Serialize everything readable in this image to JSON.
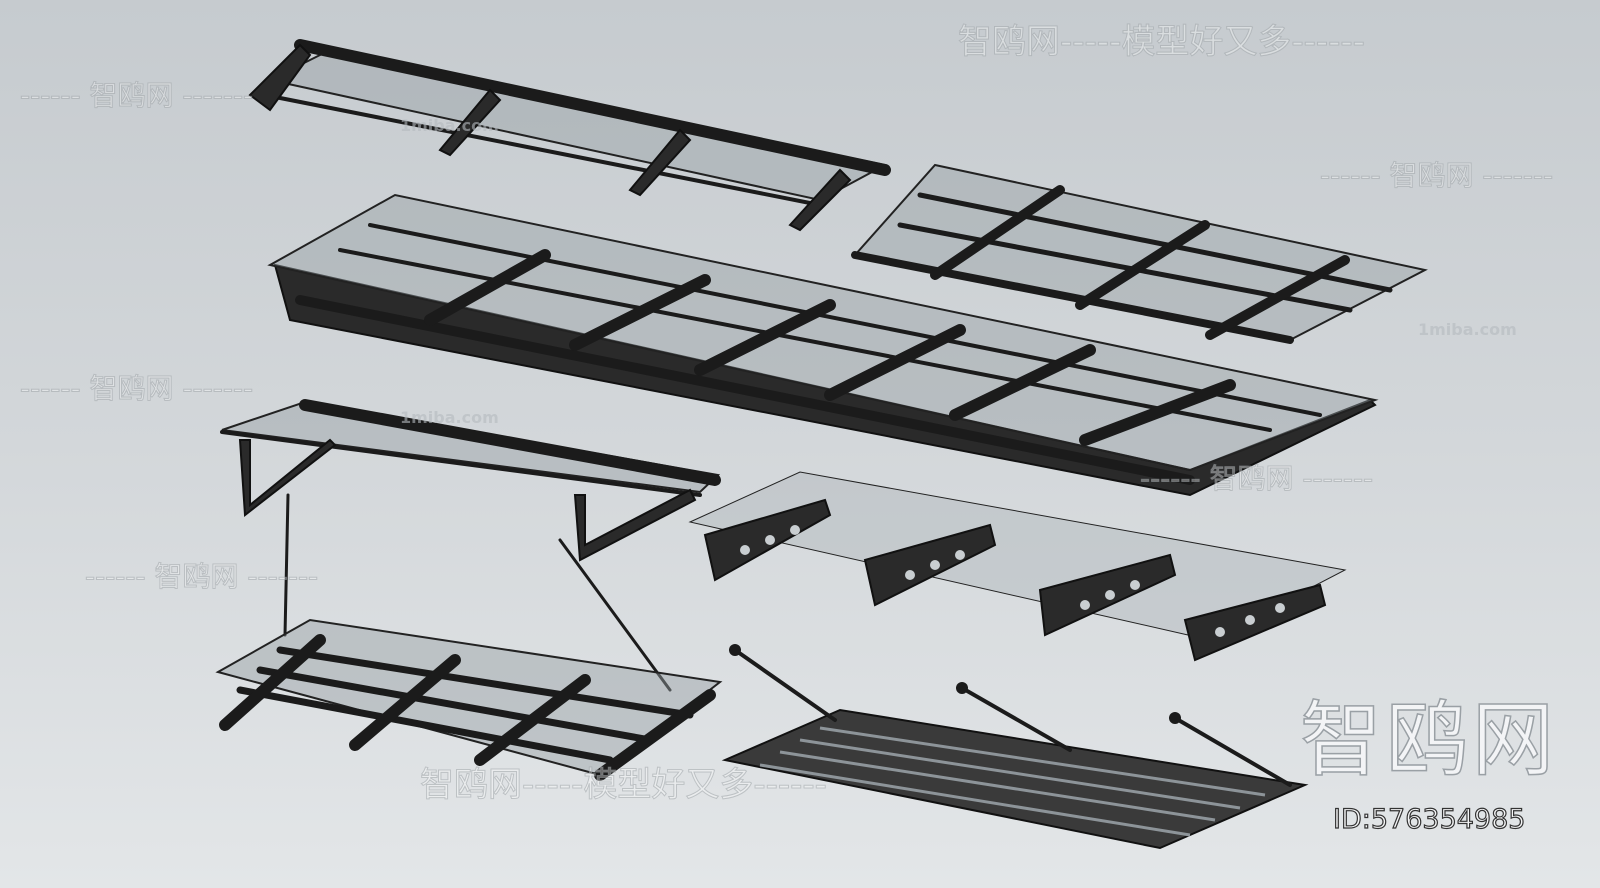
{
  "watermark": {
    "brand": "智鸥网",
    "slogan": "智鸥网-----模型好又多------",
    "short": "------ 智鸥网 -------",
    "site": "1miba.com",
    "model_id": "ID:576354985"
  },
  "colors": {
    "background": "#cfd3d6",
    "frame": "#1e1e1e",
    "glass": "#9aa3a8"
  }
}
